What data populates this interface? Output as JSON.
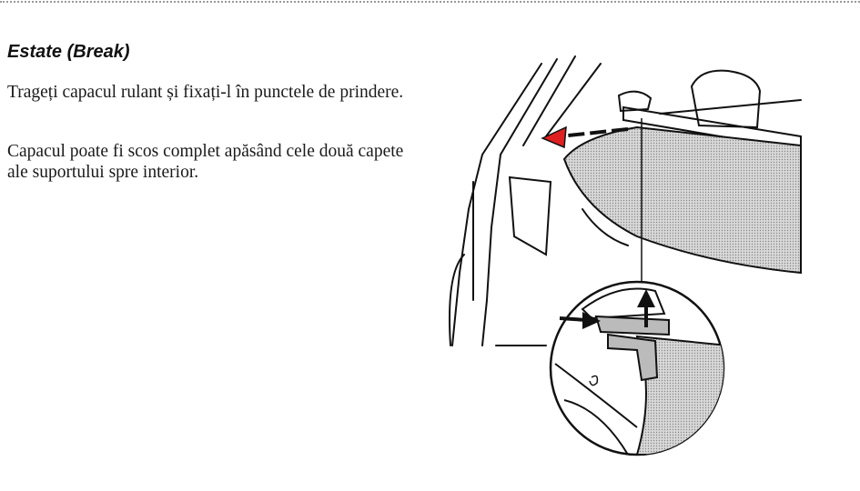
{
  "section": {
    "heading": "Estate (Break)",
    "paragraphs": [
      "Trageți capacul rulant și fixați-l în punctele de prindere.",
      "Capacul poate fi scos complet apăsând cele două capete ale suportului spre interior."
    ]
  },
  "illustration": {
    "subject": "load-cover-installation-diagram",
    "arrow_color": "#e02020"
  }
}
